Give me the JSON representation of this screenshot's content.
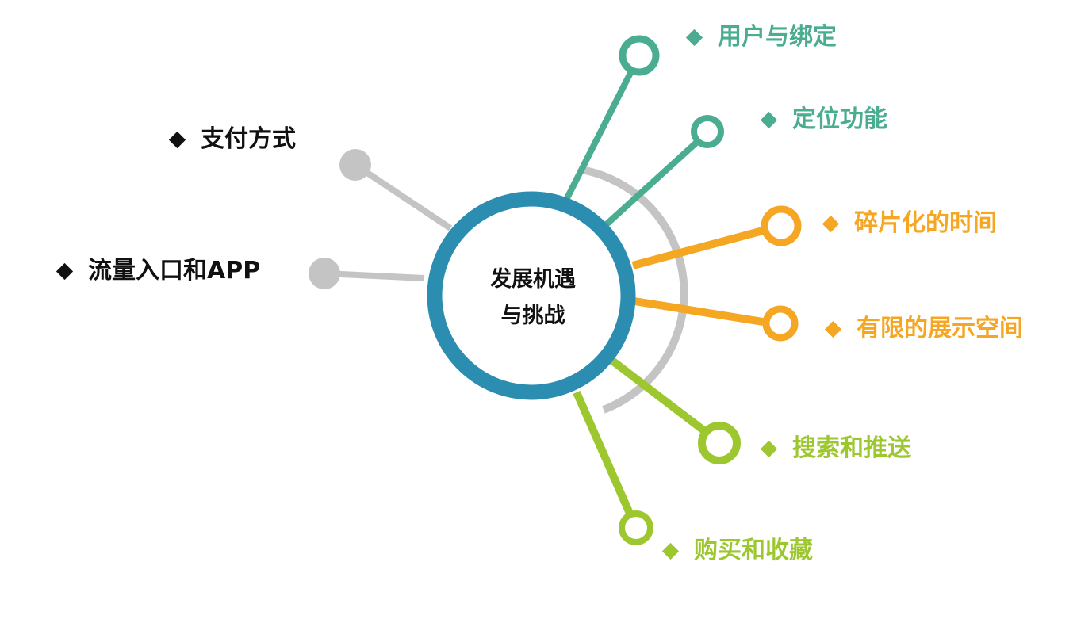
{
  "center": {
    "line1": "发展机遇",
    "line2": "与挑战"
  },
  "colors": {
    "ring": "#2b8db0",
    "gray": "#c4c4c4",
    "teal": "#4aad91",
    "orange": "#f5a623",
    "green": "#9dc72f",
    "dark_text": "#111111"
  },
  "branches": [
    {
      "label": "支付方式"
    },
    {
      "label": "流量入口和APP"
    },
    {
      "label": "用户与绑定"
    },
    {
      "label": "定位功能"
    },
    {
      "label": "碎片化的时间"
    },
    {
      "label": "有限的展示空间"
    },
    {
      "label": "搜索和推送"
    },
    {
      "label": "购买和收藏"
    }
  ]
}
